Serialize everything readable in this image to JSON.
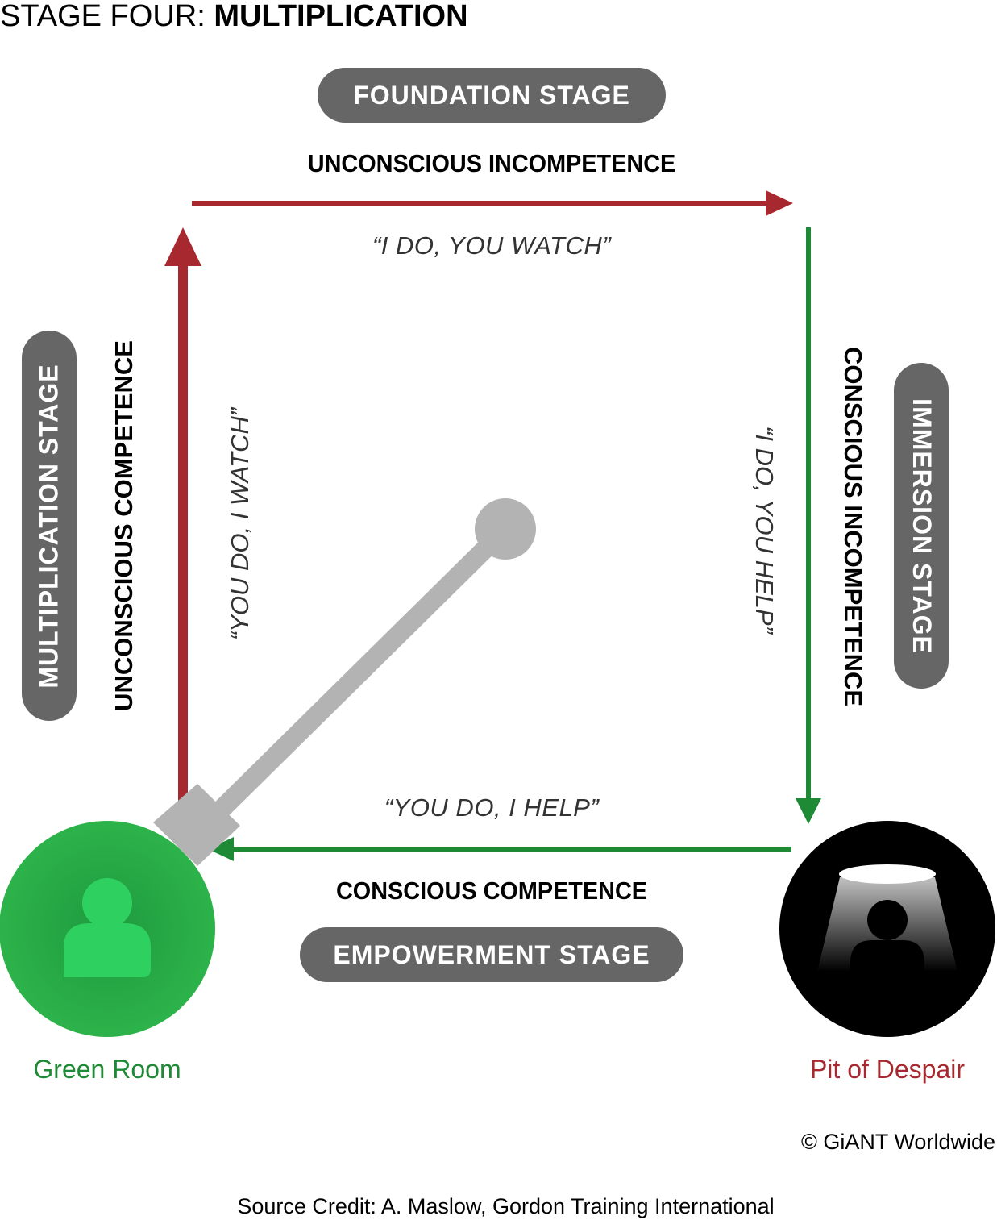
{
  "title": {
    "lead": "STAGE FOUR: ",
    "emphasis": "MULTIPLICATION"
  },
  "stages": {
    "top": "FOUNDATION STAGE",
    "right": "IMMERSION STAGE",
    "bottom": "EMPOWERMENT STAGE",
    "left": "MULTIPLICATION STAGE"
  },
  "competence": {
    "top": "UNCONSCIOUS INCOMPETENCE",
    "right": "CONSCIOUS INCOMPETENCE",
    "bottom": "CONSCIOUS COMPETENCE",
    "left": "UNCONSCIOUS COMPETENCE"
  },
  "quotes": {
    "top": "“I DO, YOU WATCH”",
    "right": "“I DO, YOU HELP”",
    "bottom": "“YOU DO, I HELP”",
    "left": "“YOU DO, I WATCH”"
  },
  "rooms": {
    "green": "Green Room",
    "pit": "Pit of Despair"
  },
  "colors": {
    "red_arrow": "#a8282f",
    "green_arrow": "#1e8a35",
    "green_room": "#2db34a",
    "pit": "#000000",
    "pill": "#666666",
    "pointer": "#b3b3b3",
    "green_caption": "#1e8a35",
    "pit_caption": "#a8282f"
  },
  "copyright": "© GiANT Worldwide",
  "source": "Source Credit: A. Maslow, Gordon Training International"
}
